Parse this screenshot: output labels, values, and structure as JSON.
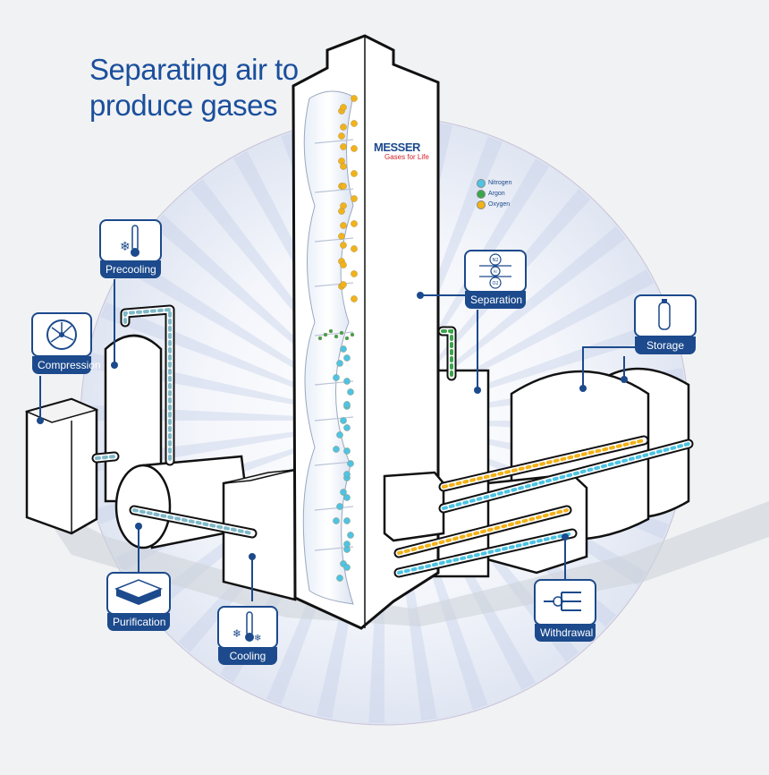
{
  "title": {
    "line1": "Separating air to",
    "line2": "produce gases"
  },
  "brand": {
    "name": "MESSER",
    "tagline": "Gases for Life"
  },
  "legend": [
    {
      "label": "Nitrogen",
      "color": "#4fc3e3"
    },
    {
      "label": "Argon",
      "color": "#3aa64a"
    },
    {
      "label": "Oxygen",
      "color": "#f2b21a"
    }
  ],
  "steps": {
    "compression": "Compression",
    "precooling": "Precooling",
    "purification": "Purification",
    "cooling": "Cooling",
    "separation": "Separation",
    "storage": "Storage",
    "withdrawal": "Withdrawal"
  },
  "separation_icon": {
    "top": "N2",
    "middle": "Ar",
    "bottom": "O2"
  },
  "colors": {
    "brand_blue": "#1c4a8c",
    "nitrogen": "#4fc3e3",
    "argon": "#3aa64a",
    "oxygen": "#f2b21a"
  }
}
